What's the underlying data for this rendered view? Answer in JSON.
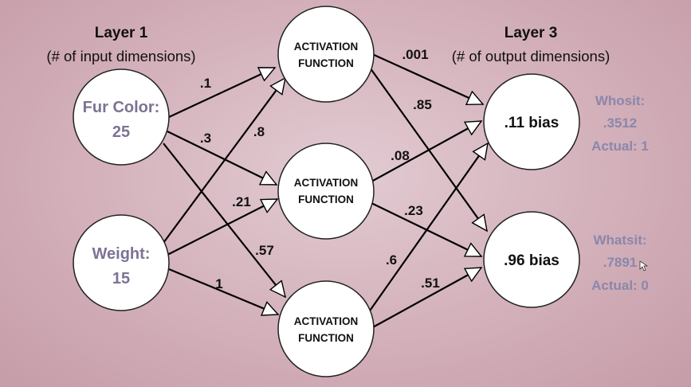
{
  "headers": {
    "layer1_title": "Layer 1",
    "layer1_subtitle": "(# of input dimensions)",
    "layer3_title": "Layer 3",
    "layer3_subtitle": "(# of output dimensions)"
  },
  "inputs": [
    {
      "name": "Fur Color:",
      "value": "25"
    },
    {
      "name": "Weight:",
      "value": "15"
    }
  ],
  "hidden": [
    {
      "line1": "ACTIVATION",
      "line2": "FUNCTION"
    },
    {
      "line1": "ACTIVATION",
      "line2": "FUNCTION"
    },
    {
      "line1": "ACTIVATION",
      "line2": "FUNCTION"
    }
  ],
  "outputs": [
    {
      "label": ".11 bias",
      "side_name": "Whosit:",
      "side_value": ".3512",
      "side_actual": "Actual: 1"
    },
    {
      "label": ".96 bias",
      "side_name": "Whatsit:",
      "side_value": ".7891",
      "side_actual": "Actual: 0"
    }
  ],
  "weights": {
    "in0_h0": ".1",
    "in0_h1": ".3",
    "in0_h2": ".57",
    "in1_h0": ".8",
    "in1_h1": ".21",
    "in1_h2": "1",
    "h0_o0": ".001",
    "h0_o1": ".85",
    "h1_o0": ".08",
    "h1_o1": ".23",
    "h2_o0": ".6",
    "h2_o1": ".51"
  },
  "colors": {
    "background": "#d6b4be",
    "input_text": "#7d7394",
    "side_text": "#8a87ab"
  }
}
